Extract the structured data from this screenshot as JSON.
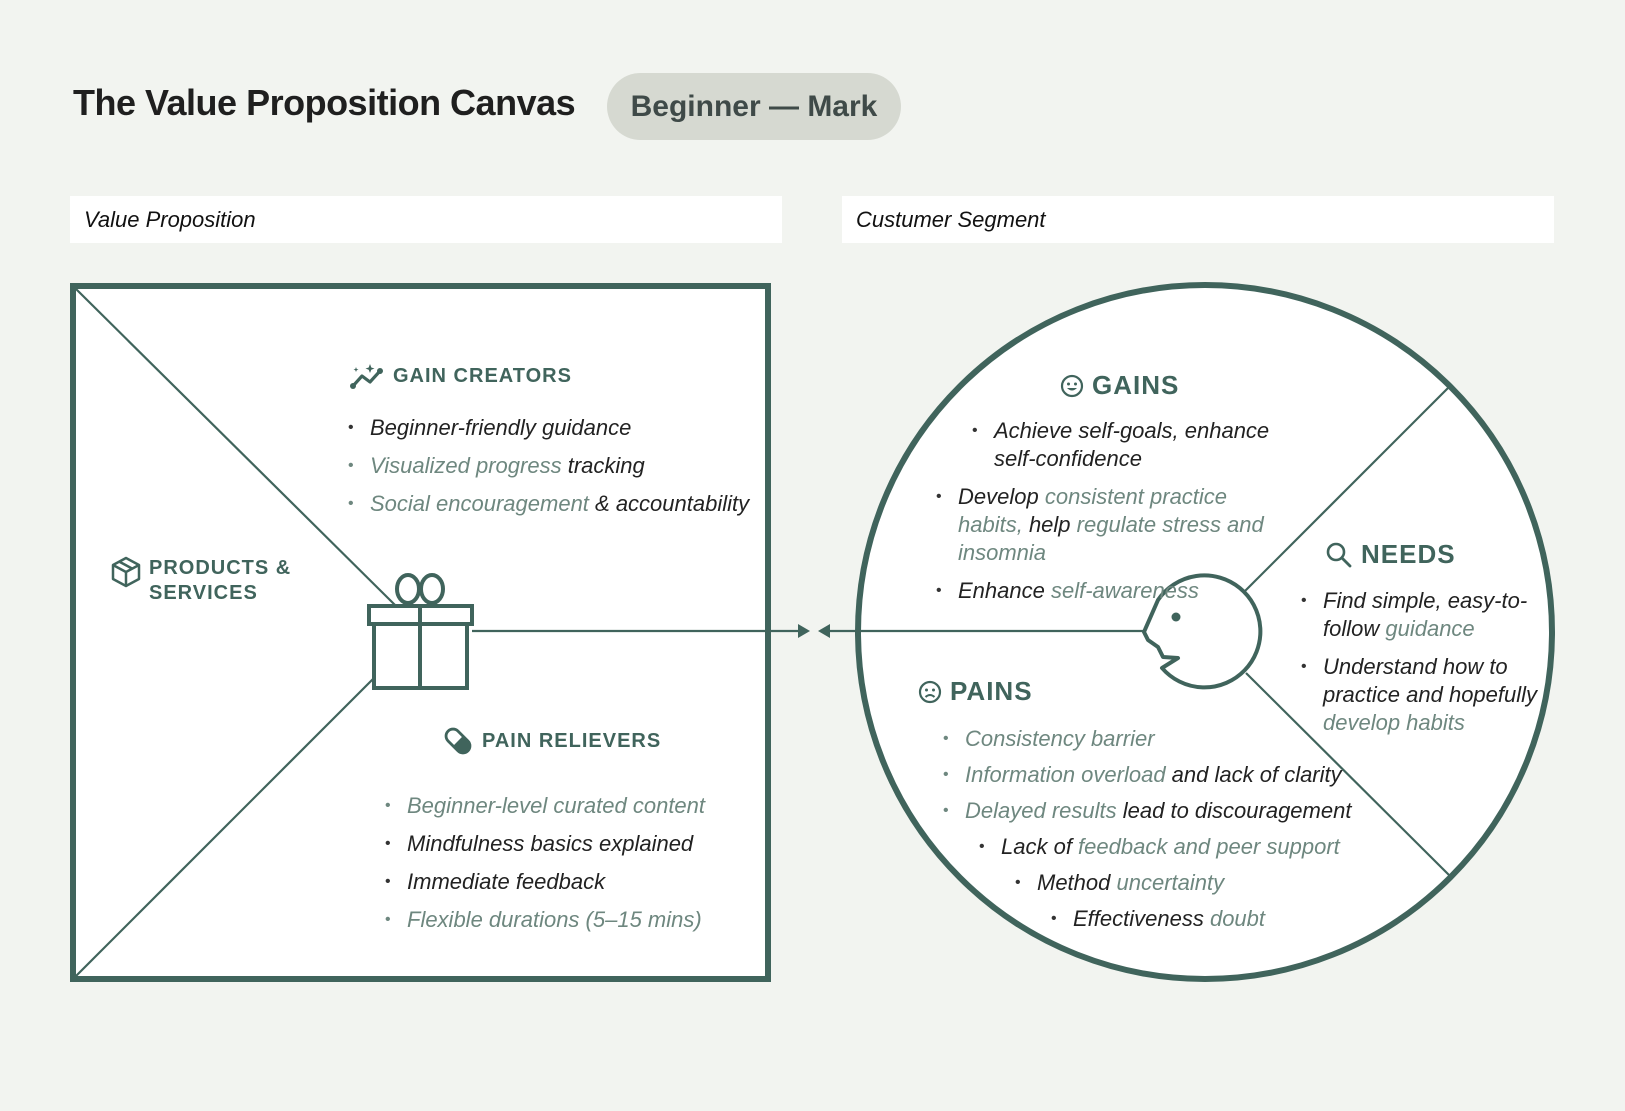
{
  "header": {
    "title": "The Value Proposition Canvas",
    "badge": "Beginner — Mark"
  },
  "labels": {
    "left": "Value Proposition",
    "right": "Custumer Segment"
  },
  "colors": {
    "accent": "#40645c",
    "muted_text": "#6e877f",
    "background": "#f2f4f0",
    "badge_bg": "#d6d9d1"
  },
  "value_map": {
    "products_services": {
      "title_line1": "PRODUCTS &",
      "title_line2": "SERVICES",
      "icon": "package-icon"
    },
    "gain_creators": {
      "title": "GAIN CREATORS",
      "icon": "sparkle-trend-icon",
      "items": [
        {
          "parts": [
            {
              "text": "Beginner-friendly guidance",
              "style": "dark"
            }
          ]
        },
        {
          "parts": [
            {
              "text": "Visualized progress",
              "style": "muted"
            },
            {
              "text": " tracking",
              "style": "dark"
            }
          ]
        },
        {
          "parts": [
            {
              "text": "Social encouragement",
              "style": "muted"
            },
            {
              "text": " & accountability",
              "style": "dark"
            }
          ]
        }
      ]
    },
    "pain_relievers": {
      "title": "PAIN RELIEVERS",
      "icon": "pill-icon",
      "items": [
        {
          "parts": [
            {
              "text": "Beginner-level curated content",
              "style": "muted"
            }
          ]
        },
        {
          "parts": [
            {
              "text": "Mindfulness basics explained",
              "style": "dark"
            }
          ]
        },
        {
          "parts": [
            {
              "text": "Immediate feedback",
              "style": "dark"
            }
          ]
        },
        {
          "parts": [
            {
              "text": "Flexible durations (5–15 mins)",
              "style": "muted"
            }
          ]
        }
      ]
    }
  },
  "customer_profile": {
    "gains": {
      "title": "GAINS",
      "icon": "smile-icon",
      "items": [
        {
          "parts": [
            {
              "text": "Achieve self-goals, enhance self-confidence",
              "style": "dark"
            }
          ]
        },
        {
          "parts": [
            {
              "text": "Develop ",
              "style": "dark"
            },
            {
              "text": "consistent practice habits,",
              "style": "muted"
            },
            {
              "text": " help ",
              "style": "dark"
            },
            {
              "text": "regulate stress and insomnia",
              "style": "muted"
            }
          ]
        },
        {
          "parts": [
            {
              "text": "Enhance ",
              "style": "dark"
            },
            {
              "text": "self-awareness",
              "style": "muted"
            }
          ]
        }
      ]
    },
    "needs": {
      "title": "NEEDS",
      "icon": "search-icon",
      "items": [
        {
          "parts": [
            {
              "text": "Find simple, easy-to-follow ",
              "style": "dark"
            },
            {
              "text": "guidance",
              "style": "muted"
            }
          ]
        },
        {
          "parts": [
            {
              "text": "Understand how to practice and hopefully ",
              "style": "dark"
            },
            {
              "text": "develop habits",
              "style": "muted"
            }
          ]
        }
      ]
    },
    "pains": {
      "title": "PAINS",
      "icon": "frown-icon",
      "items": [
        {
          "parts": [
            {
              "text": "Consistency barrier",
              "style": "muted"
            }
          ]
        },
        {
          "parts": [
            {
              "text": "Information overload",
              "style": "muted"
            },
            {
              "text": " and lack of clarity",
              "style": "dark"
            }
          ]
        },
        {
          "parts": [
            {
              "text": "Delayed results",
              "style": "muted"
            },
            {
              "text": " lead to discouragement",
              "style": "dark"
            }
          ]
        },
        {
          "parts": [
            {
              "text": "Lack of ",
              "style": "dark"
            },
            {
              "text": "feedback and peer support",
              "style": "muted"
            }
          ]
        },
        {
          "parts": [
            {
              "text": "Method ",
              "style": "dark"
            },
            {
              "text": "uncertainty",
              "style": "muted"
            }
          ]
        },
        {
          "parts": [
            {
              "text": "Effectiveness ",
              "style": "dark"
            },
            {
              "text": "doubt",
              "style": "muted"
            }
          ]
        }
      ]
    }
  }
}
